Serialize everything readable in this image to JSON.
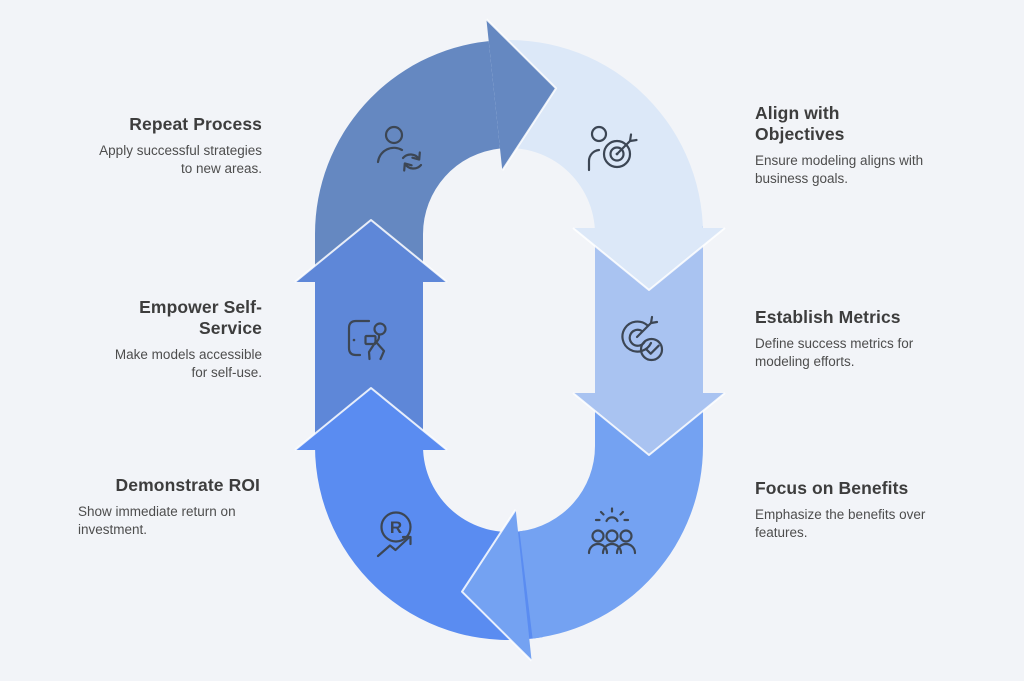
{
  "diagram": {
    "name": "modeling-adoption-cycle",
    "steps": [
      {
        "id": "repeat",
        "title": "Repeat Process",
        "description": "Apply successful strategies\nto new areas.",
        "color": "#6588c1",
        "icon": "user-refresh-icon"
      },
      {
        "id": "align",
        "title": "Align with\nObjectives",
        "description": "Ensure modeling aligns with\nbusiness goals.",
        "color": "#dce8f8",
        "icon": "user-target-icon"
      },
      {
        "id": "metrics",
        "title": "Establish Metrics",
        "description": "Define success metrics for\nmodeling efforts.",
        "color": "#a9c3f1",
        "icon": "target-check-icon"
      },
      {
        "id": "benefits",
        "title": "Focus on Benefits",
        "description": "Emphasize the benefits over\nfeatures.",
        "color": "#74a2f2",
        "icon": "audience-icon"
      },
      {
        "id": "roi",
        "title": "Demonstrate ROI",
        "description": "Show immediate return on\ninvestment.",
        "color": "#5a8cf1",
        "icon": "roi-arrow-icon"
      },
      {
        "id": "empower",
        "title": "Empower Self-\nService",
        "description": "Make models accessible\nfor self-use.",
        "color": "#5e87d8",
        "icon": "door-exit-icon"
      }
    ],
    "roi_icon_letter": "R",
    "colors": {
      "background": "#f2f4f8",
      "icon_stroke": "#3c4654",
      "title_text": "#3d3d3d",
      "body_text": "#4d4d4d",
      "arrow_edge": "#ffffff"
    }
  }
}
